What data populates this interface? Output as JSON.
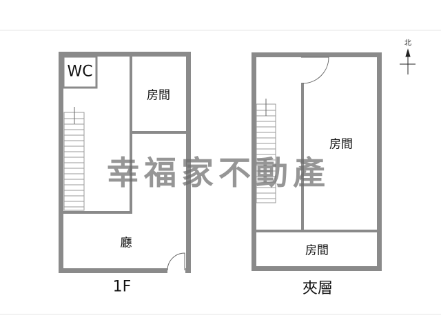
{
  "floor_1": {
    "label": "1F",
    "rooms": {
      "wc": "WC",
      "bedroom": "房間",
      "living": "廳"
    }
  },
  "mezzanine": {
    "label": "夾層",
    "rooms": {
      "bedroom_large": "房間",
      "bedroom_small": "房間"
    }
  },
  "compass": {
    "north": "北"
  },
  "watermark": "幸福家不動產",
  "colors": {
    "wall": "#8a8a8a",
    "text": "#111111",
    "watermark": "#7a7a7a"
  }
}
